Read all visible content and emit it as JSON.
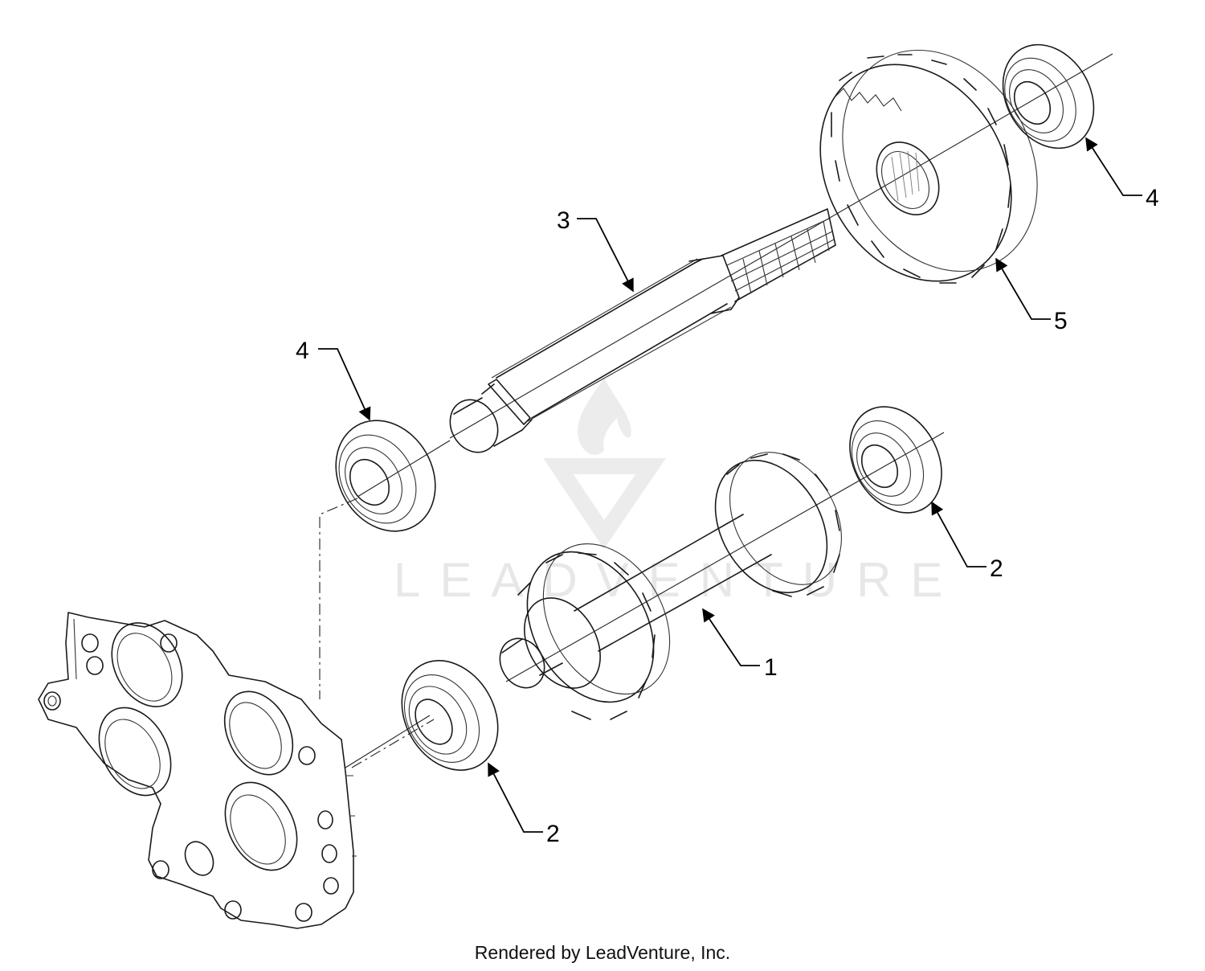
{
  "watermark": {
    "text": "LEADVENTURE"
  },
  "callouts": [
    {
      "id": "c1",
      "label": "1"
    },
    {
      "id": "c2a",
      "label": "2"
    },
    {
      "id": "c2b",
      "label": "2"
    },
    {
      "id": "c3",
      "label": "3"
    },
    {
      "id": "c4a",
      "label": "4"
    },
    {
      "id": "c4b",
      "label": "4"
    },
    {
      "id": "c5",
      "label": "5"
    }
  ],
  "footer": {
    "text": "Rendered by LeadVenture, Inc."
  }
}
